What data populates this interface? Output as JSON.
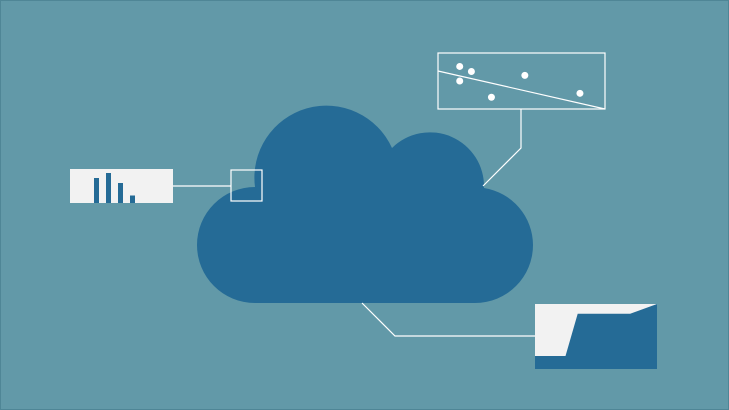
{
  "colors": {
    "background": "#6299a8",
    "frame": "#4f8696",
    "cloud": "#256b96",
    "line": "#ffffff",
    "panel": "#f2f2f2",
    "bar": "#256b96",
    "dot": "#ffffff"
  },
  "icons": {
    "cloud": "cloud-icon",
    "bar_chart": "bar-chart-icon",
    "scatter_chart": "scatter-chart-icon",
    "area_chart": "area-chart-icon",
    "connector_box": "connector-square-icon"
  },
  "bar_panel": {
    "values": [
      5,
      6,
      4,
      1.5
    ],
    "max": 6
  },
  "scatter_panel": {
    "points": [
      [
        0.13,
        0.24
      ],
      [
        0.2,
        0.33
      ],
      [
        0.13,
        0.5
      ],
      [
        0.52,
        0.4
      ],
      [
        0.32,
        0.79
      ],
      [
        0.85,
        0.72
      ]
    ]
  },
  "area_panel": {
    "profile": [
      0.2,
      0.2,
      0.85,
      0.85,
      1.0
    ]
  }
}
